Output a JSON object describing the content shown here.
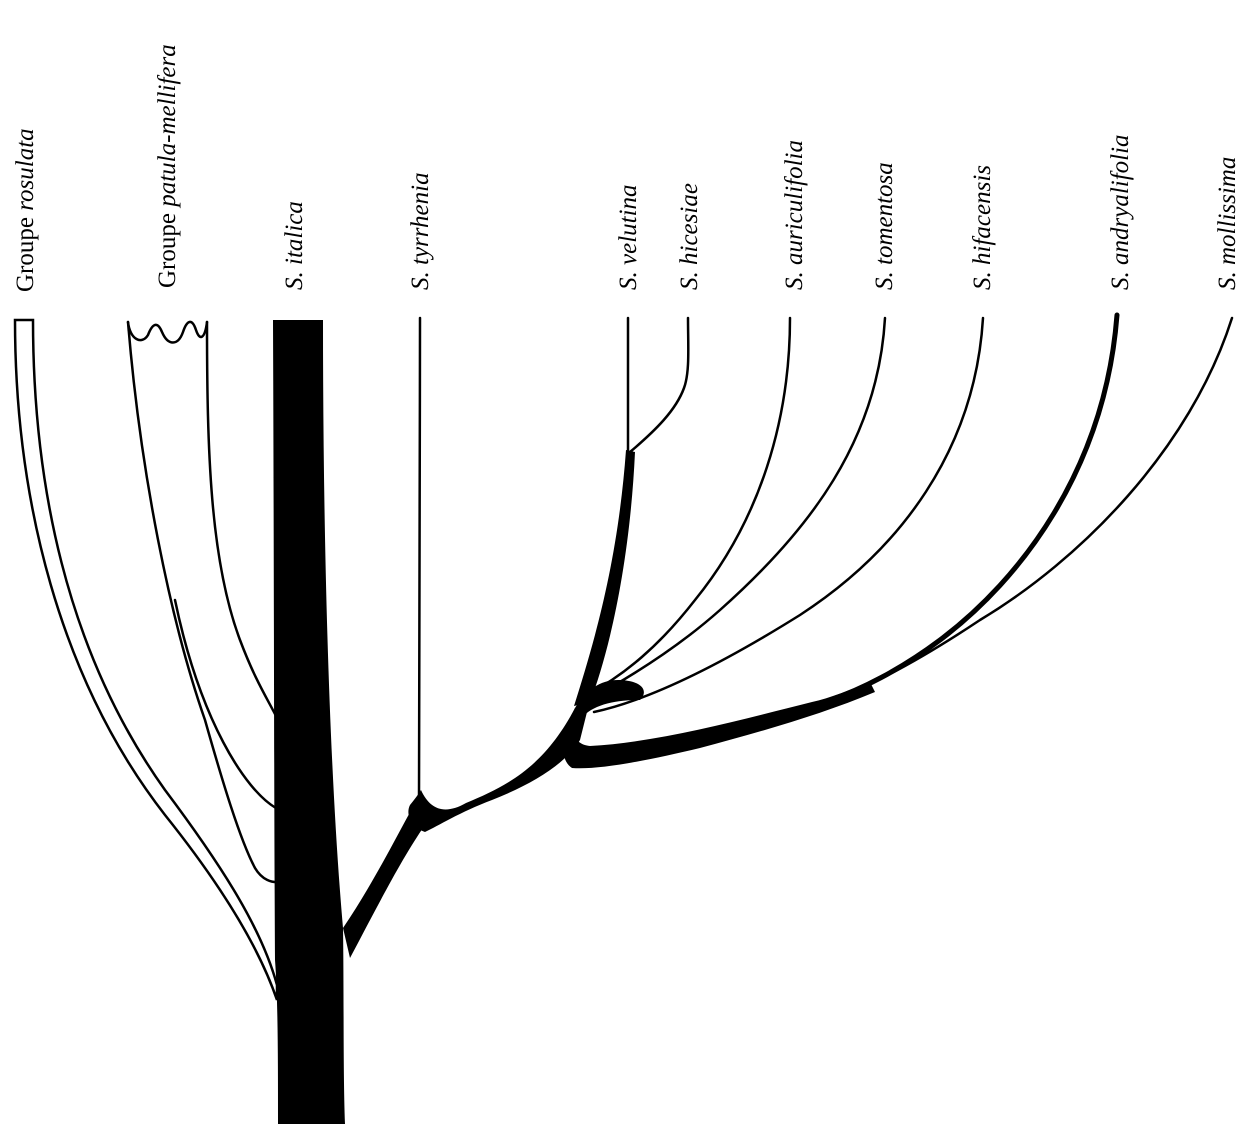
{
  "diagram": {
    "type": "phylogenetic-tree",
    "ink_color": "#000000",
    "background_color": "#ffffff",
    "taxa": [
      {
        "id": "rosulata",
        "plain": "Groupe ",
        "italic": "rosulata"
      },
      {
        "id": "patula-mellifera",
        "plain": "Groupe ",
        "italic": "patula-mellifera"
      },
      {
        "id": "italica",
        "plain": "",
        "italic": "S. italica"
      },
      {
        "id": "tyrrhenia",
        "plain": "",
        "italic": "S. tyrrhenia"
      },
      {
        "id": "velutina",
        "plain": "",
        "italic": "S. velutina"
      },
      {
        "id": "hicesiae",
        "plain": "",
        "italic": "S. hicesiae"
      },
      {
        "id": "auriculifolia",
        "plain": "",
        "italic": "S. auriculifolia"
      },
      {
        "id": "tomentosa",
        "plain": "",
        "italic": "S. tomentosa"
      },
      {
        "id": "hifacensis",
        "plain": "",
        "italic": "S. hifacensis"
      },
      {
        "id": "andryalifolia",
        "plain": "",
        "italic": "S. andryalifolia"
      },
      {
        "id": "mollissima",
        "plain": "",
        "italic": "S. mollissima"
      }
    ]
  }
}
